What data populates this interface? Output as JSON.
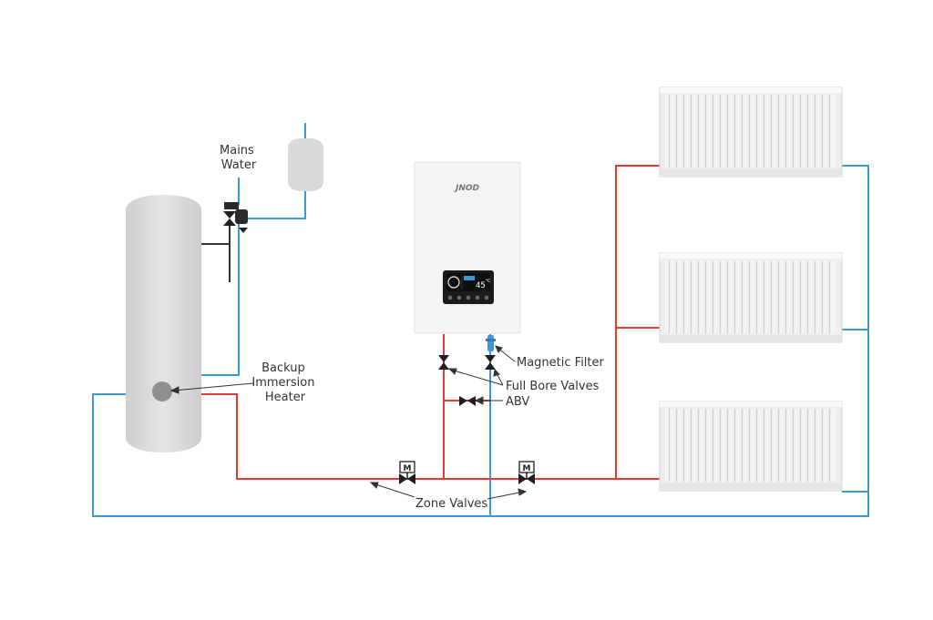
{
  "labels": {
    "mains_water_line1": "Mains",
    "mains_water_line2": "Water",
    "immersion_line1": "Backup",
    "immersion_line2": "Immersion",
    "immersion_line3": "Heater",
    "magnetic_filter": "Magnetic Filter",
    "full_bore_valves": "Full Bore Valves",
    "abv": "ABV",
    "zone_valves": "Zone Valves"
  },
  "boiler": {
    "brand": "JNOD",
    "display_temp": "45",
    "display_small": "℃"
  },
  "zone_valve_actuator_label": "M",
  "colors": {
    "flow": "#e53935",
    "return": "#3a9ad9",
    "cylinder": "#d9d9d9",
    "radiator": "#f3f3f3",
    "boiler": "#f4f4f4"
  }
}
